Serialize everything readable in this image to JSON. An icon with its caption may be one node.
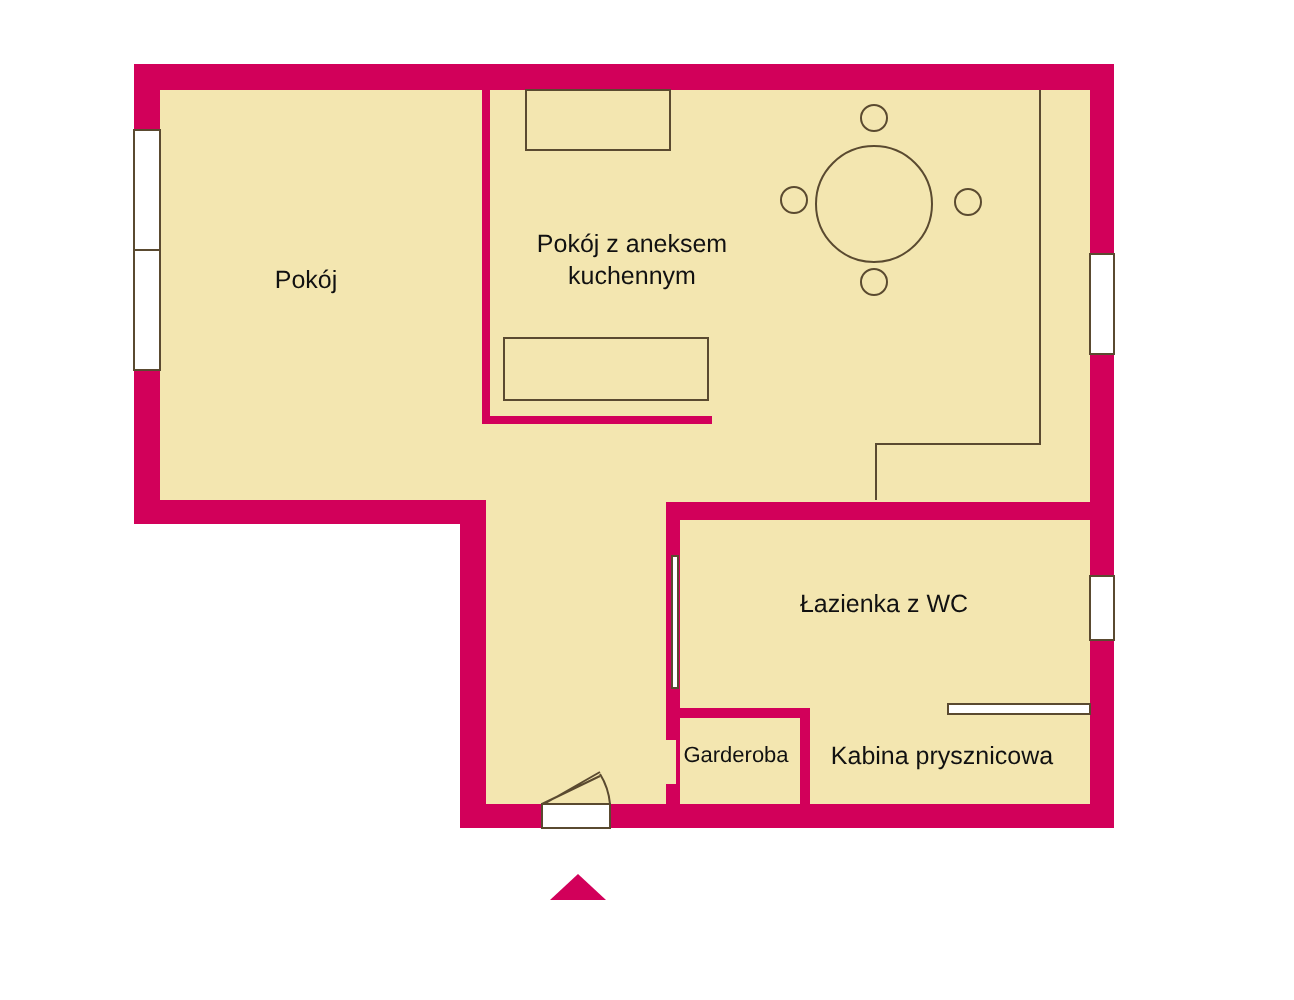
{
  "diagram": {
    "labels": [
      "Pokój",
      "Pokój z aneksem kuchennym",
      "Łazienka z WC",
      "Garderoba",
      "Kabina prysznicowa"
    ]
  }
}
